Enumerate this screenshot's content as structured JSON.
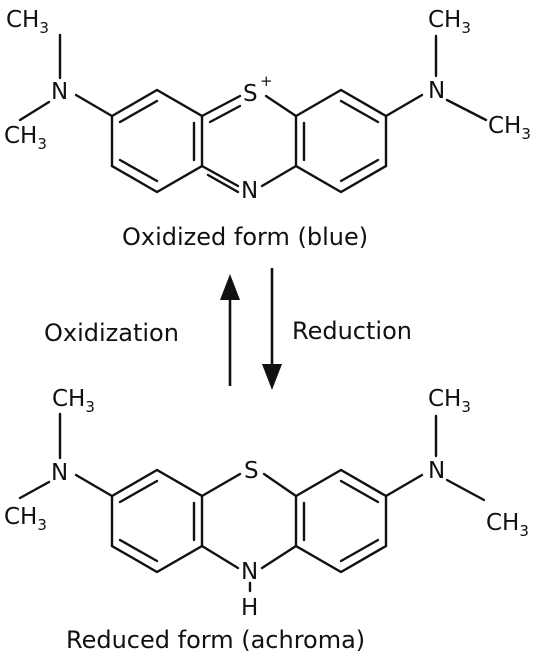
{
  "oxidized": {
    "methyl_tl": "CH",
    "methyl_bl": "CH",
    "methyl_tr": "CH",
    "methyl_br": "CH",
    "sub3": "3",
    "n_left": "N",
    "n_right": "N",
    "s_center": "S",
    "s_charge": "+",
    "n_center": "N",
    "caption": "Oxidized form (blue)"
  },
  "reduced": {
    "methyl_tl": "CH",
    "methyl_bl": "CH",
    "methyl_tr": "CH",
    "methyl_br": "CH",
    "sub3": "3",
    "n_left": "N",
    "n_right": "N",
    "s_center": "S",
    "n_center": "N",
    "h_center": "H",
    "caption": "Reduced form (achroma)"
  },
  "arrows": {
    "up_label": "Oxidization",
    "down_label": "Reduction"
  }
}
